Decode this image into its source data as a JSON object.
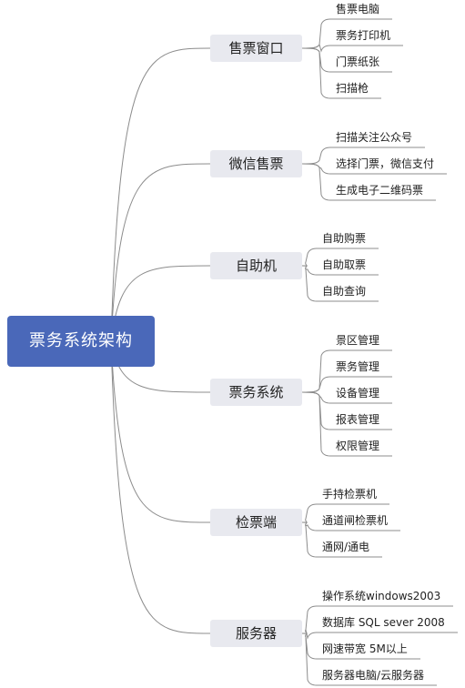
{
  "root": {
    "label": "票务系统架构"
  },
  "branches": [
    {
      "label": "售票窗口",
      "leaves": [
        "售票电脑",
        "票务打印机",
        "门票纸张",
        "扫描枪"
      ]
    },
    {
      "label": "微信售票",
      "leaves": [
        "扫描关注公众号",
        "选择门票，微信支付",
        "生成电子二维码票"
      ]
    },
    {
      "label": "自助机",
      "leaves": [
        "自助购票",
        "自助取票",
        "自助查询"
      ]
    },
    {
      "label": "票务系统",
      "leaves": [
        "景区管理",
        "票务管理",
        "设备管理",
        "报表管理",
        "权限管理"
      ]
    },
    {
      "label": "检票端",
      "leaves": [
        "手持检票机",
        "通道闸检票机",
        "通网/通电"
      ]
    },
    {
      "label": "服务器",
      "leaves": [
        "操作系统windows2003",
        "数据库 SQL sever 2008",
        "网速带宽 5M以上",
        "服务器电脑/云服务器"
      ]
    }
  ],
  "colors": {
    "root_fill": "#4a68b9",
    "branch_fill": "#e8e9ef",
    "line": "#8c8c8c"
  }
}
